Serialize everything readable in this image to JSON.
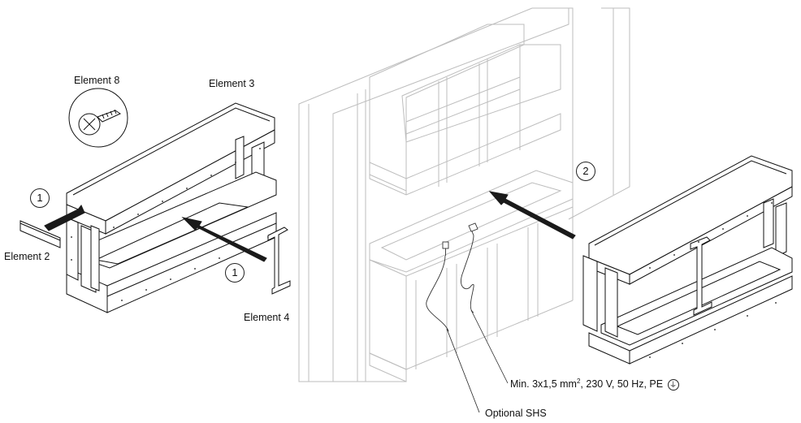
{
  "labels": {
    "element8": "Element 8",
    "element3": "Element 3",
    "element2": "Element 2",
    "element4": "Element 4",
    "spec_prefix": "Min. 3x1,5 mm",
    "spec_exponent": "2",
    "spec_suffix": ", 230 V, 50 Hz,  PE",
    "earth_symbol": "⏚",
    "optional_shs": "Optional SHS"
  },
  "steps": {
    "one_a": "1",
    "one_b": "1",
    "two": "2"
  },
  "colors": {
    "line": "#111111",
    "ghost": "#b8b8b8",
    "arrow": "#1a1a1a"
  }
}
